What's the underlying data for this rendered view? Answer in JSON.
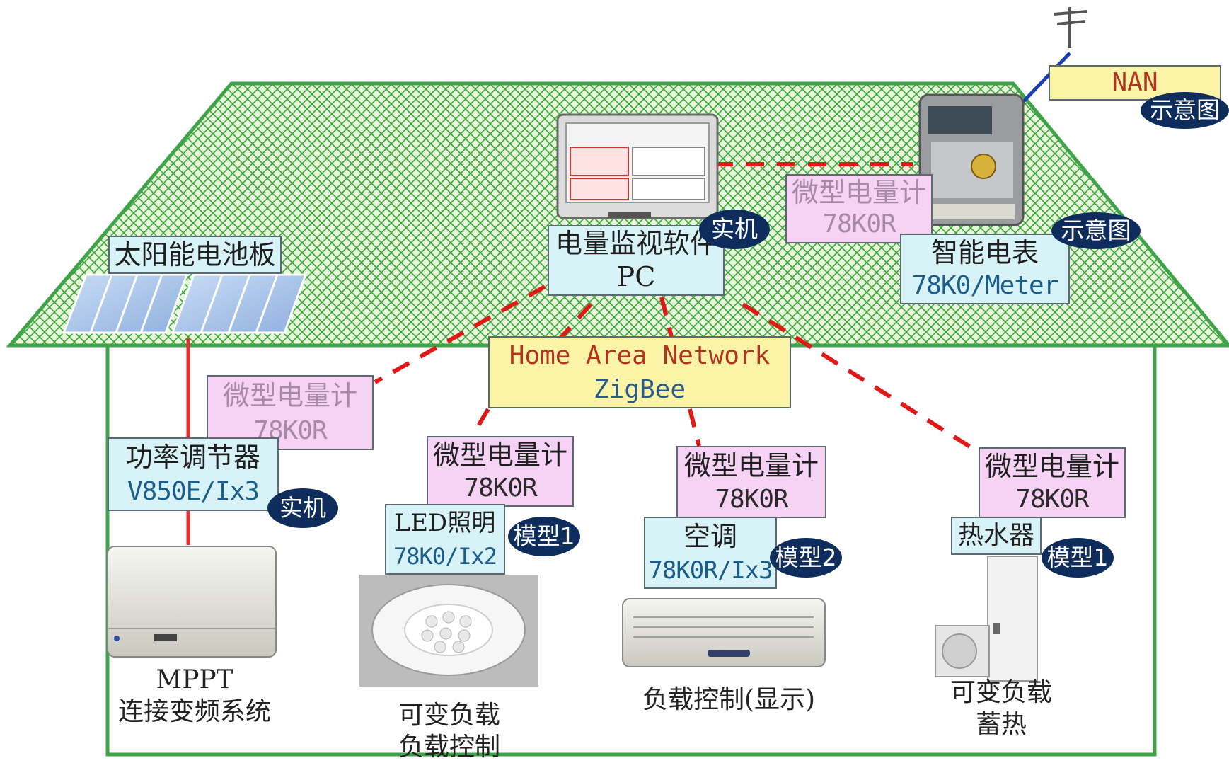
{
  "solar_panel": {
    "label": "太阳能电池板"
  },
  "pc": {
    "title": "电量监视软件",
    "subtitle": "PC",
    "badge": "实机"
  },
  "smart_meter": {
    "title": "智能电表",
    "subtitle": "78K0/Meter",
    "badge": "示意图"
  },
  "nan": {
    "label": "NAN",
    "badge": "示意图"
  },
  "meter_roof": {
    "title": "微型电量计",
    "subtitle": "78K0R"
  },
  "meter_left": {
    "title": "微型电量计",
    "subtitle": "78K0R"
  },
  "network": {
    "line1": "Home Area Network",
    "line2": "ZigBee"
  },
  "power_conditioner": {
    "title": "功率调节器",
    "subtitle": "V850E/Ix3",
    "badge": "实机"
  },
  "led": {
    "meter_title": "微型电量计",
    "meter_subtitle": "78K0R",
    "title": "LED照明",
    "subtitle": "78K0/Ix2",
    "badge": "模型1",
    "caption": [
      "可变负载",
      "负载控制"
    ]
  },
  "aircon": {
    "meter_title": "微型电量计",
    "meter_subtitle": "78K0R",
    "title": "空调",
    "subtitle": "78K0R/Ix3",
    "badge": "模型2",
    "caption": [
      "负载控制(显示)"
    ]
  },
  "water_heater": {
    "meter_title": "微型电量计",
    "meter_subtitle": "78K0R",
    "title": "热水器",
    "badge": "模型1",
    "caption": [
      "可变负载",
      "蓄热"
    ]
  },
  "inverter": {
    "caption": [
      "MPPT",
      "连接变频系统"
    ]
  },
  "colors": {
    "roof_fill": "#d9f2c9",
    "roof_hatch": "#3da33a",
    "house_outline": "#3fa34a",
    "dashed_link": "#e01818",
    "badge": "#0e2d5c"
  }
}
